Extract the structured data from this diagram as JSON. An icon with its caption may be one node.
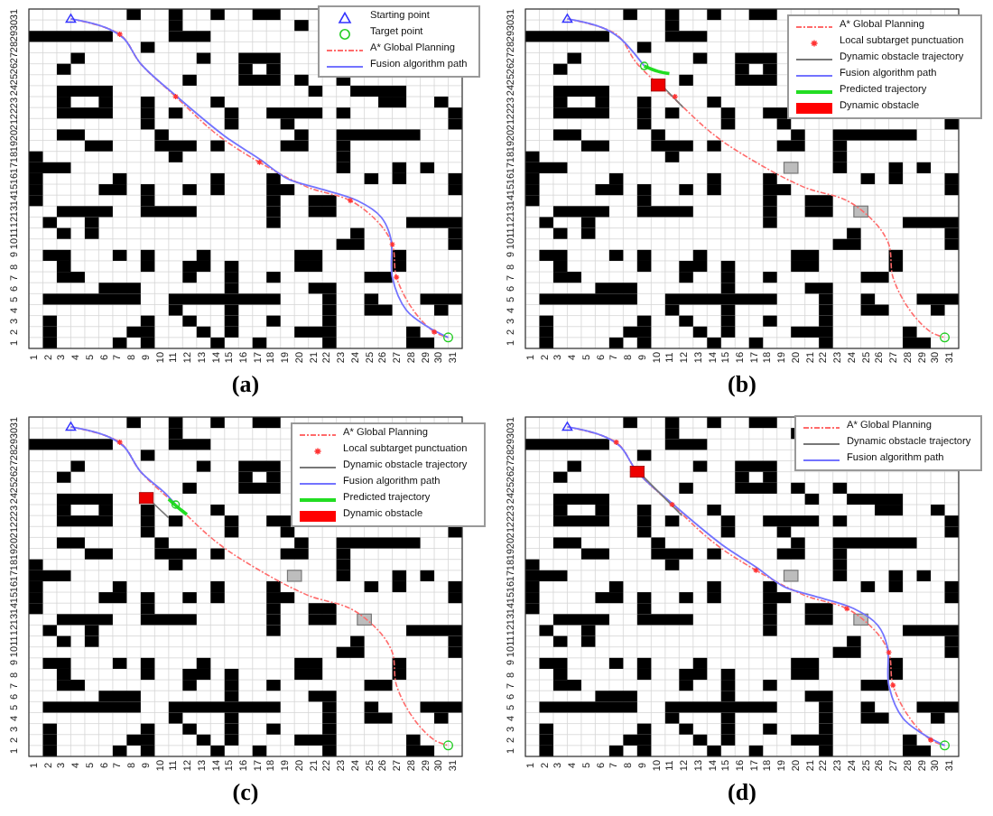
{
  "diagram": {
    "labels": [
      "31",
      "30",
      "29",
      "28",
      "27",
      "26",
      "25",
      "24",
      "23",
      "22",
      "21",
      "20",
      "19",
      "18",
      "17",
      "16",
      "15",
      "14",
      "13",
      "12",
      "11",
      "10",
      "9",
      "8",
      "7",
      "6",
      "5",
      "4",
      "3",
      "2",
      "1",
      "1",
      "2",
      "3",
      "4",
      "5",
      "6",
      "7",
      "8",
      "9",
      "10",
      "11",
      "12",
      "13",
      "14",
      "15",
      "16",
      "17",
      "18",
      "19",
      "20",
      "21",
      "22",
      "23",
      "24",
      "25",
      "26",
      "27",
      "28",
      "29",
      "30",
      "31",
      "(a)",
      "31",
      "30",
      "29",
      "28",
      "27",
      "26",
      "25",
      "24",
      "23",
      "22",
      "21",
      "20",
      "19",
      "18",
      "17",
      "16",
      "15",
      "14",
      "13",
      "12",
      "11",
      "10",
      "9",
      "8",
      "7",
      "6",
      "5",
      "4",
      "3",
      "2",
      "1",
      "1",
      "2",
      "3",
      "4",
      "5",
      "6",
      "7",
      "8",
      "9",
      "10",
      "11",
      "12",
      "13",
      "14",
      "15",
      "16",
      "17",
      "18",
      "19",
      "20",
      "21",
      "22",
      "23",
      "24",
      "25",
      "26",
      "27",
      "28",
      "29",
      "30",
      "31",
      "(b)",
      "31",
      "30",
      "29",
      "28",
      "27",
      "26",
      "25",
      "24",
      "23",
      "22",
      "21",
      "20",
      "19",
      "18",
      "17",
      "16",
      "15",
      "14",
      "13",
      "12",
      "11",
      "10",
      "9",
      "8",
      "7",
      "6",
      "5",
      "4",
      "3",
      "2",
      "1",
      "1",
      "2",
      "3",
      "4",
      "5",
      "6",
      "7",
      "8",
      "9",
      "10",
      "11",
      "12",
      "13",
      "14",
      "15",
      "16",
      "17",
      "18",
      "19",
      "20",
      "21",
      "22",
      "23",
      "24",
      "25",
      "26",
      "27",
      "28",
      "29",
      "30",
      "31",
      "(c)",
      "31",
      "30",
      "29",
      "28",
      "27",
      "26",
      "25",
      "24",
      "23",
      "22",
      "21",
      "20",
      "19",
      "18",
      "17",
      "16",
      "15",
      "14",
      "13",
      "12",
      "11",
      "10",
      "9",
      "8",
      "7",
      "6",
      "5",
      "4",
      "3",
      "2",
      "1",
      "1",
      "2",
      "3",
      "4",
      "5",
      "6",
      "7",
      "8",
      "9",
      "10",
      "11",
      "12",
      "13",
      "14",
      "15",
      "16",
      "17",
      "18",
      "19",
      "20",
      "21",
      "22",
      "23",
      "24",
      "25",
      "26",
      "27",
      "28",
      "29",
      "30",
      "31",
      "(d)"
    ],
    "legend": [
      {
        "text": "Starting point"
      },
      {
        "text": "Target point"
      },
      {
        "text": "A* Global Planning"
      },
      {
        "text": "Fusion algorithm path"
      },
      {
        "text": "A* Global Planning"
      },
      {
        "text": "Local subtarget punctuation"
      },
      {
        "text": "Dynamic obstacle trajectory"
      },
      {
        "text": "Fusion algorithm path"
      },
      {
        "text": "Predicted trajectory"
      },
      {
        "text": "Dynamic obstacle",
        "color": "#ff0000"
      },
      {
        "text": "A* Global Planning"
      },
      {
        "text": "Local subtarget punctuation"
      },
      {
        "text": "Dynamic obstacle trajectory"
      },
      {
        "text": "Fusion algorithm path"
      },
      {
        "text": "Predicted trajectory"
      },
      {
        "text": "Dynamic obstacle",
        "color": "#ff0000"
      },
      {
        "text": "A* Global Planning"
      },
      {
        "text": "Dynamic obstacle trajectory"
      },
      {
        "text": "Fusion algorithm path"
      }
    ]
  }
}
